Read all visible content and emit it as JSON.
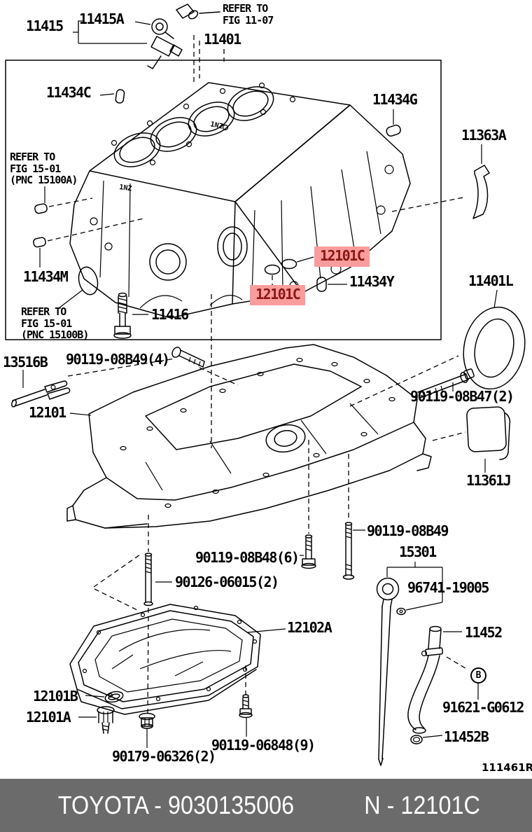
{
  "colors": {
    "highlight_bg": "#f99c9c",
    "highlight_text": "#8a1713",
    "footer_bg": "#6b6b6b",
    "footer_text": "#ffffff",
    "line": "#000000"
  },
  "notes": {
    "fig1107": {
      "l1": "REFER TO",
      "l2": "FIG 11-07"
    },
    "fig1501a": {
      "l1": "REFER TO",
      "l2": "FIG 15-01",
      "l3": "(PNC 15100A)"
    },
    "fig1501b": {
      "l1": "REFER TO",
      "l2": "FIG 15-01",
      "l3": "(PNC 15100B)"
    }
  },
  "parts": {
    "p11415": "11415",
    "p11415A": "11415A",
    "p11401": "11401",
    "p11434C": "11434C",
    "p11434G": "11434G",
    "p11363A": "11363A",
    "p11434M": "11434M",
    "p12101C": "12101C",
    "p11434Y": "11434Y",
    "p11416": "11416",
    "p11401L": "11401L",
    "p13516B": "13516B",
    "p90119_08B49_4": "90119-08B49(4)",
    "p12101": "12101",
    "p90119_08B47_2": "90119-08B47(2)",
    "p11361J": "11361J",
    "p90119_08B49": "90119-08B49",
    "p15301": "15301",
    "p90119_08B48_6": "90119-08B48(6)",
    "p90126_06015_2": "90126-06015(2)",
    "p96741_19005": "96741-19005",
    "p12102A": "12102A",
    "p11452": "11452",
    "p91621_G0612": "91621-G0612",
    "p12101B": "12101B",
    "p12101A": "12101A",
    "p11452B": "11452B",
    "p90119_06848_9": "90119-06848(9)",
    "p90179_06326_2": "90179-06326(2)"
  },
  "marker_b": "B",
  "engraving": "1NZ",
  "diagram_ref": "111461R",
  "footer": {
    "brand_code": "TOYOTA - 9030135006",
    "part_code": "N - 12101C"
  }
}
